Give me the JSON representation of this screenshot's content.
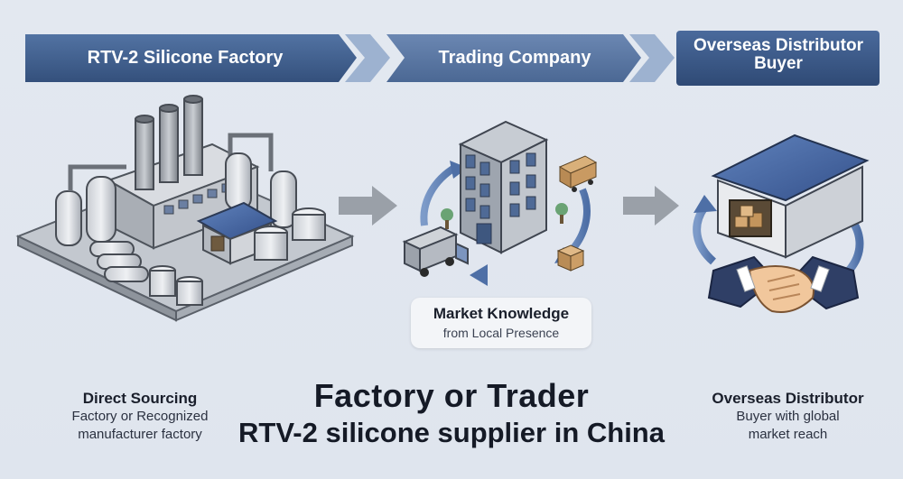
{
  "stages": [
    {
      "label": "RTV-2 Silicone Factory"
    },
    {
      "label": "Trading Company"
    },
    {
      "label_line1": "Overseas Distributor",
      "label_line2": "Buyer"
    }
  ],
  "trading_box": {
    "title": "Market Knowledge",
    "subtitle": "from Local Presence"
  },
  "captions": {
    "left": {
      "heading": "Direct Sourcing",
      "line1": "Factory or Recognized",
      "line2": "manufacturer factory"
    },
    "right": {
      "heading": "Overseas Distributor",
      "line1": "Buyer with global",
      "line2": "market reach"
    }
  },
  "title": {
    "line1": "Factory or Trader",
    "line2": "RTV-2 silicone supplier in China"
  },
  "colors": {
    "banner_dark": "#3d5a86",
    "banner_mid": "#5a77a3",
    "banner_light": "#8fa6c6",
    "roof_blue": "#4a6aa0",
    "arrow_blue": "#5d7fb3",
    "arrow_gray": "#9aa0a8"
  }
}
